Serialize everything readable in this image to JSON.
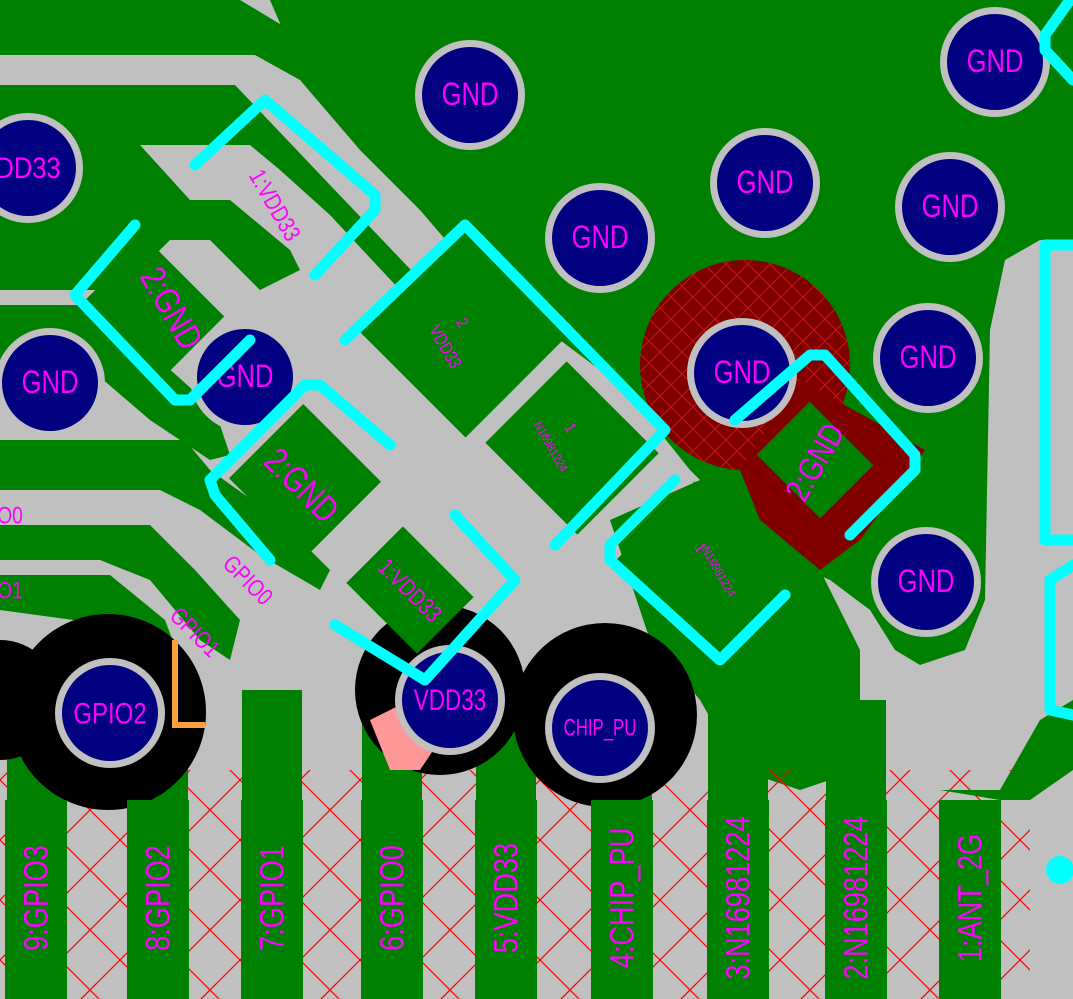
{
  "colors": {
    "board": "#c0c0c0",
    "copper": "#008000",
    "via_ring": "#c0c0c0",
    "via_hole": "#000080",
    "silk_label": "#ff00ff",
    "outline": "#00ffff",
    "keepout": "#ff0000",
    "top_pad": "#800000",
    "dark": "#000000",
    "pink": "#ff9999",
    "orange": "#ffa040"
  },
  "vias": [
    {
      "label": "GND"
    },
    {
      "label": "GND"
    },
    {
      "label": "GND"
    },
    {
      "label": "GND"
    },
    {
      "label": "GND"
    },
    {
      "label": "GND"
    },
    {
      "label": "GND"
    },
    {
      "label": "GND"
    },
    {
      "label": "GND"
    },
    {
      "label": "GND"
    },
    {
      "label": "DD33"
    },
    {
      "label": "GPIO2"
    },
    {
      "label": "VDD33"
    },
    {
      "label": "CHIP_PU"
    }
  ],
  "component_pads": [
    "1:VDD33",
    "2:GND",
    "2:GND",
    "2",
    "VDD33",
    "1",
    "N16981224",
    "1",
    "N16981224",
    "1:VDD33",
    "2:GND"
  ],
  "net_labels": [
    "GPIO0",
    "GPIO1",
    "O0",
    "O1"
  ],
  "header_pins": [
    "9:GPIO3",
    "8:GPIO2",
    "7:GPIO1",
    "6:GPIO0",
    "5:VDD33",
    "4:CHIP_PU",
    "3:N16981224",
    "2:N16981224",
    "1:ANT_2G"
  ]
}
